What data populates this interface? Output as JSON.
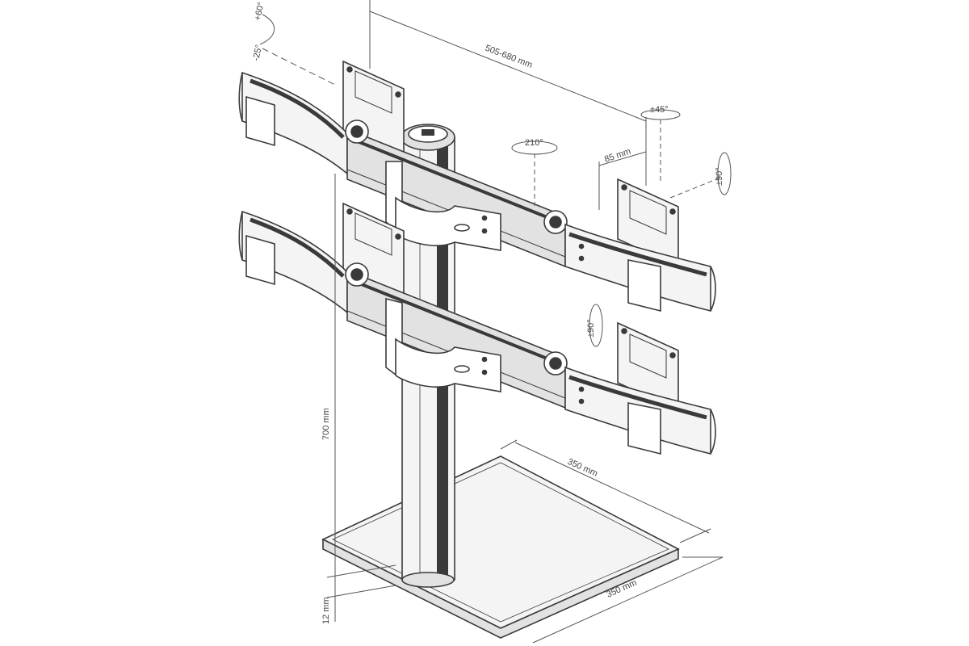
{
  "colors": {
    "line": "#3a3a3a",
    "dim": "#555555",
    "fill_light": "#f4f4f4",
    "fill_mid": "#e2e2e2",
    "fill_dark": "#3a3a3a",
    "background": "#ffffff"
  },
  "labels": {
    "tilt_up": "+60°",
    "tilt_down": "-25°",
    "arm_length": "505-680 mm",
    "arm_rotation": "210°",
    "swivel": "±45°",
    "mount_offset": "85 mm",
    "rotate_top": "±90°",
    "rotate_bottom": "±90°",
    "height": "700 mm",
    "base_thickness": "12 mm",
    "base_depth": "350 mm",
    "base_width": "350 mm"
  }
}
